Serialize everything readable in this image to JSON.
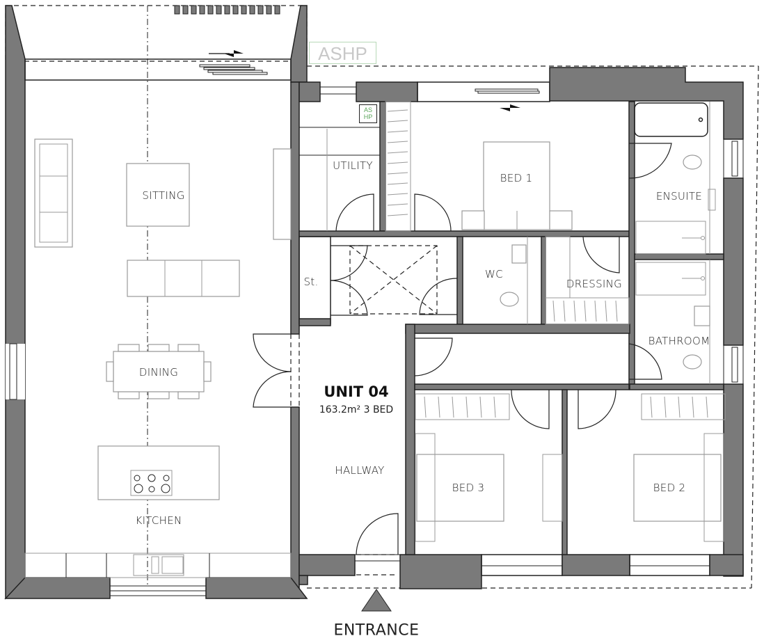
{
  "plan": {
    "unit_title": "UNIT 04",
    "unit_area": "163.2m² 3 BED",
    "entrance_label": "ENTRANCE",
    "ashp_external_label": "ASHP",
    "ashp_internal_label_line1": "AS",
    "ashp_internal_label_line2": "HP"
  },
  "rooms": {
    "sitting": "SITTING",
    "dining": "DINING",
    "kitchen": "KITCHEN",
    "utility": "UTILITY",
    "store": "St.",
    "bed1": "BED 1",
    "ensuite": "ENSUITE",
    "wc": "WC",
    "dressing": "DRESSING",
    "bathroom": "BATHROOM",
    "hallway": "HALLWAY",
    "bed3": "BED 3",
    "bed2": "BED 2"
  },
  "colors": {
    "wall_fill": "#7a7a7a",
    "line": "#222222",
    "furniture": "#999999",
    "ashp_green": "#5aa55a"
  }
}
